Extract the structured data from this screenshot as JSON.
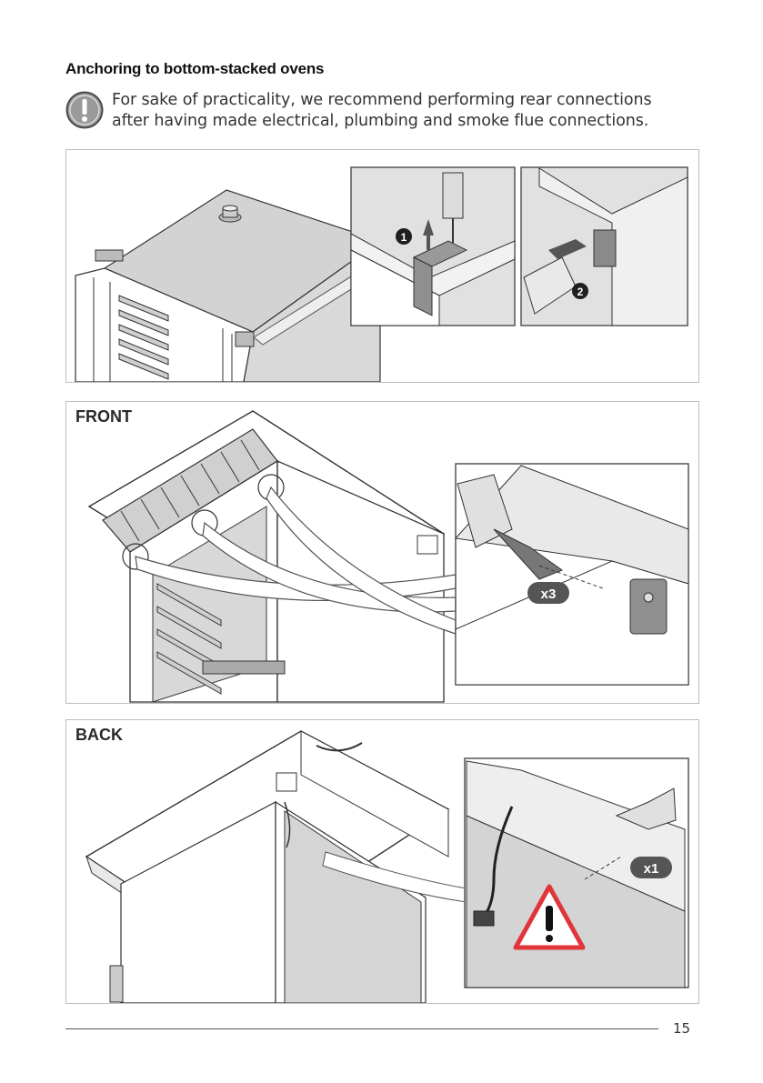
{
  "section": {
    "title": "Anchoring to bottom-stacked ovens",
    "notice_lines": [
      "For sake of practicality, we recommend performing rear connections",
      "after having made electrical, plumbing and smoke flue connections."
    ]
  },
  "panels": {
    "top": {
      "step1": "1",
      "step2": "2"
    },
    "front": {
      "label": "FRONT",
      "count_badge": "x3"
    },
    "back": {
      "label": "BACK",
      "count_badge": "x1"
    }
  },
  "icons": {
    "notice": "exclamation-circle-icon",
    "hazard": "warning-triangle-icon"
  },
  "colors": {
    "hazard_red": "#e0353b",
    "line": "#333333",
    "fill_grey": "#d6d6d6",
    "badge": "#555555"
  },
  "footer": {
    "page_number": "15"
  }
}
